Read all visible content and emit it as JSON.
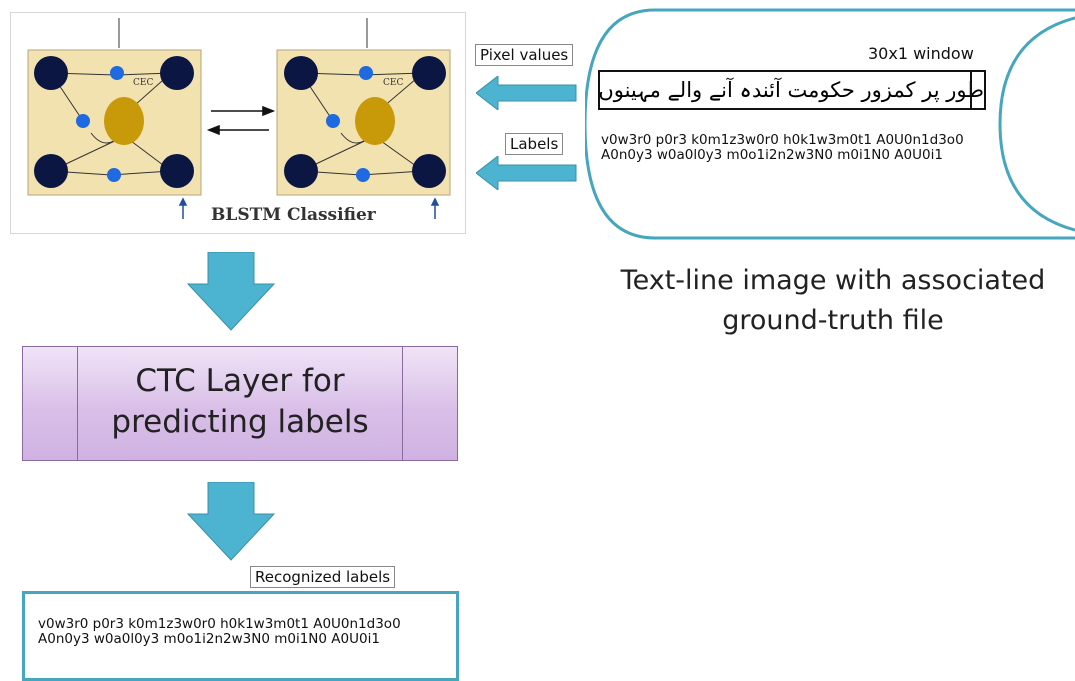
{
  "blstm": {
    "caption": "BLSTM Classifier",
    "cell_label": "CEC"
  },
  "ctc_layer": {
    "text": "CTC Layer for predicting labels"
  },
  "recognized": {
    "label": "Recognized labels",
    "line1": "v0w3r0 p0r3 k0m1z3w0r0 h0k1w3m0t1 A0U0n1d3o0",
    "line2": "A0n0y3 w0a0l0y3 m0o1i2n2w3N0 m0i1N0 A0U0i1"
  },
  "inputs": {
    "pixel_label": "Pixel values",
    "labels_label": "Labels"
  },
  "text_line": {
    "window_label": "30x1 window",
    "urdu_text": "طور پر کمزور حکومت آئندہ آنے والے مہینوں میں آئی",
    "gt_line1": "v0w3r0 p0r3 k0m1z3w0r0 h0k1w3m0t1 A0U0n1d3o0",
    "gt_line2": "A0n0y3 w0a0l0y3 m0o1i2n2w3N0 m0i1N0 A0U0i1",
    "caption": "Text-line image with associated ground-truth file"
  },
  "colors": {
    "arrow_fill": "#4cb3d1",
    "panel_border": "#45a6bd",
    "ctc_fill": "#d9bfe8",
    "node_dark": "#0b1642",
    "node_blue": "#1f6ae0",
    "node_gold": "#c89a0a",
    "cell_bg": "#f2e2b0"
  }
}
